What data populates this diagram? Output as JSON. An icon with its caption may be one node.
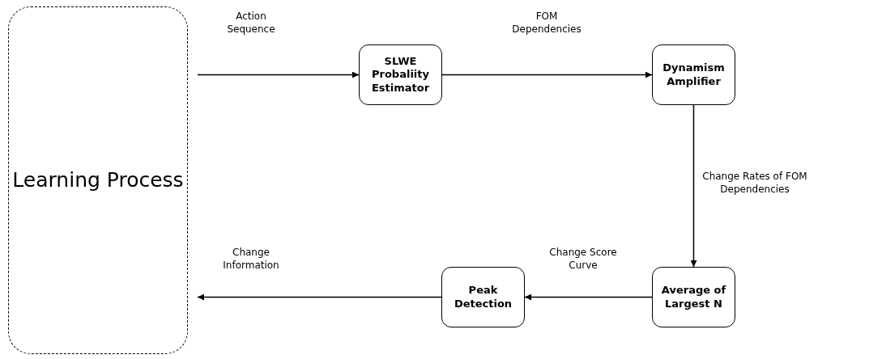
{
  "diagram": {
    "nodes": [
      {
        "text": [
          "Learning Process"
        ]
      },
      {
        "text": [
          "SLWE Probaliity Estimator"
        ]
      },
      {
        "text": [
          "Dynamism Amplifier"
        ]
      },
      {
        "text": [
          "Average of Largest N"
        ]
      },
      {
        "text": [
          "Peak Detection"
        ]
      }
    ],
    "edges": [
      {
        "from": 0,
        "to": 1,
        "arrow": "to",
        "label": "Action Sequence"
      },
      {
        "from": 1,
        "to": 2,
        "arrow": "to",
        "label": "FOM Dependencies"
      },
      {
        "from": 2,
        "to": 3,
        "arrow": "to",
        "label": "Change Rates of FOM Dependencies"
      },
      {
        "from": 3,
        "to": 4,
        "arrow": "to",
        "label": "Change Score Curve"
      },
      {
        "from": 4,
        "to": 0,
        "arrow": "to",
        "label": "Change Information"
      }
    ]
  }
}
